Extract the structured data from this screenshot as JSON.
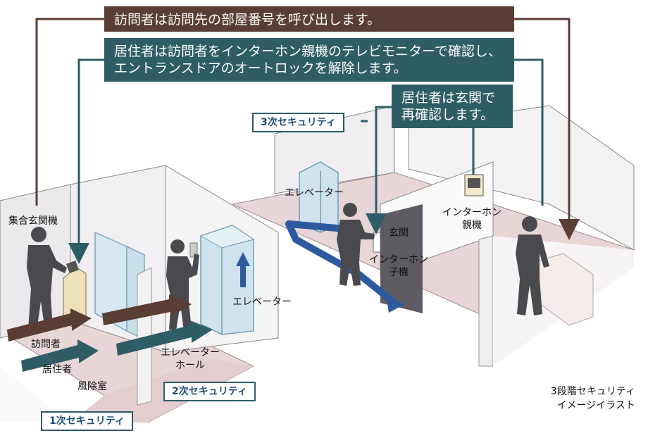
{
  "callouts": {
    "visitor_calls": "訪問者は訪問先の部屋番号を呼び出します。",
    "resident_confirm_line1": "居住者は訪問者をインターホン親機のテレビモニターで確認し、",
    "resident_confirm_line2": "エントランスドアのオートロックを解除します。",
    "reconfirm_line1": "居住者は玄関で",
    "reconfirm_line2": "再確認します。"
  },
  "security_tags": {
    "first": "1次セキュリティ",
    "second": "2次セキュリティ",
    "third": "3次セキュリティ"
  },
  "labels": {
    "entrance_panel": "集合玄関機",
    "visitor": "訪問者",
    "resident": "居住者",
    "windbreak_room": "風除室",
    "elevator_hall_1": "エレベーター",
    "elevator_hall_2": "ホール",
    "elevator_left": "エレベーター",
    "elevator_right": "エレベーター",
    "entrance_door": "玄関",
    "intercom_sub_1": "インターホン",
    "intercom_sub_2": "子機",
    "intercom_main_1": "インターホン",
    "intercom_main_2": "親機"
  },
  "caption": {
    "line1": "3段階セキュリティ",
    "line2": "イメージイラスト"
  },
  "colors": {
    "callout_brown": "#5a3e35",
    "callout_teal": "#2e5d66",
    "tag_text": "#1f4e79",
    "floor_pink": "#e8d5d6",
    "glass_blue": "#cfe3ee",
    "arrow_blue": "#2d5a9e"
  }
}
